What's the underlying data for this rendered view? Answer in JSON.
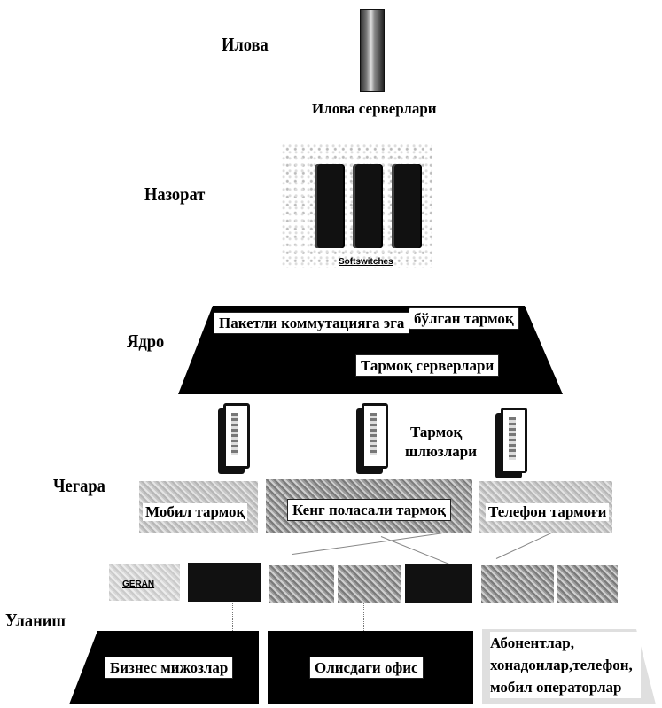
{
  "layers": {
    "application": "Илова",
    "control": "Назорат",
    "core": "Ядро",
    "edge": "Чегара",
    "access": "Уланиш"
  },
  "captions": {
    "app_servers": "Илова серверлари",
    "softswitches": "Softswitches",
    "gateways_line1": "Тармоқ",
    "gateways_line2": "шлюзлари"
  },
  "core": {
    "packet_network_part1": "Пакетли коммутацияга эга",
    "packet_network_part2": "бўлган тармоқ",
    "network_servers": "Тармоқ серверлари"
  },
  "edge": {
    "mobile": "Мобил тармоқ",
    "broadband": "Кенг поласали тармоқ",
    "telephone": "Телефон тармоғи"
  },
  "access": {
    "geran": "GERAN",
    "business": "Бизнес мижозлар",
    "remote_office": "Олисдаги офис",
    "subscribers_line1": "Абонентлар,",
    "subscribers_line2": "хонадонлар,телефон,",
    "subscribers_line3": "мобил операторлар"
  }
}
